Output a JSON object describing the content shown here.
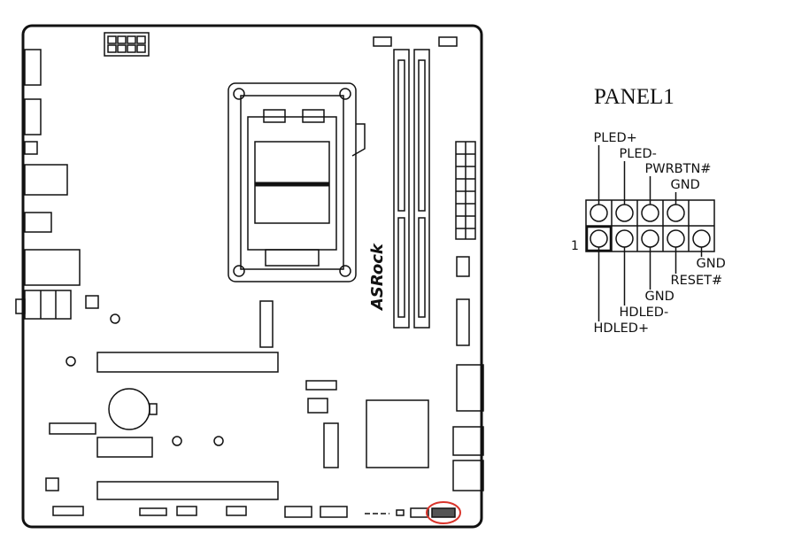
{
  "brand": "ASRock",
  "header_title": "PANEL1",
  "pin_one_marker": "1",
  "highlight_color": "#d9342b",
  "top_pin_labels": [
    "PLED+",
    "PLED-",
    "PWRBTN#",
    "GND"
  ],
  "bottom_pin_labels": [
    "HDLED+",
    "HDLED-",
    "GND",
    "RESET#",
    "GND"
  ]
}
